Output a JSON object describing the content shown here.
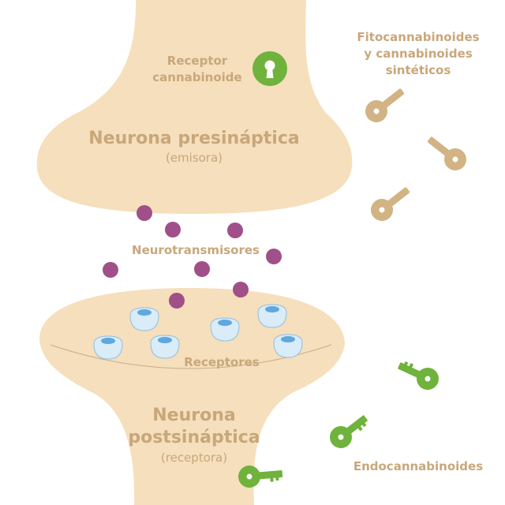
{
  "labels": {
    "receptor_cannabinoide_1": "Receptor",
    "receptor_cannabinoide_2": "cannabinoide",
    "neurona_presinaptica": "Neurona presináptica",
    "emisora": "(emisora)",
    "neurotransmisores": "Neurotransmisores",
    "receptores": "Receptores",
    "neurona_postsinaptica_1": "Neurona",
    "neurona_postsinaptica_2": "postsináptica",
    "receptora": "(receptora)",
    "fito_1": "Fitocannabinoides",
    "fito_2": "y cannabinoides",
    "fito_3": "sintéticos",
    "endocannabinoides": "Endocannabinoides"
  },
  "colors": {
    "neuron_fill": "#f6dfbc",
    "label_text": "#c8a77b",
    "tan_key": "#d2b384",
    "green_key": "#6fb23c",
    "neurotransmitter": "#a14f88",
    "receptor_body": "#d9ecf8",
    "receptor_cap": "#5ea8de"
  },
  "icons": {
    "receptor_lock": "keyhole-icon",
    "tan_keys": "key-icon",
    "green_keys": "key-icon"
  }
}
